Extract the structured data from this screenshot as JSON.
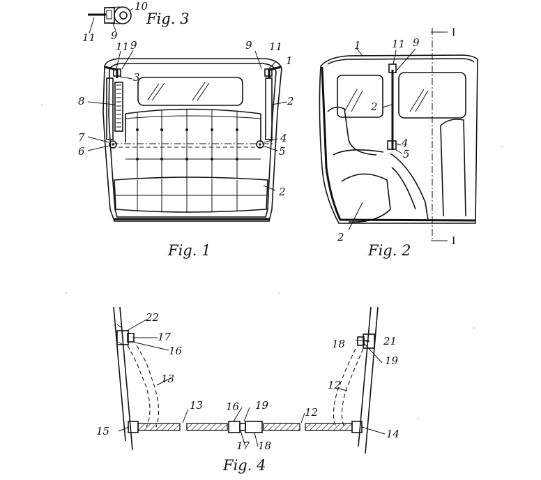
{
  "figures": {
    "fig1": {
      "caption": "Fig. 1",
      "labels": [
        "1",
        "2",
        "2",
        "3",
        "4",
        "5",
        "6",
        "7",
        "8",
        "9",
        "9",
        "11",
        "11"
      ]
    },
    "fig2": {
      "caption": "Fig. 2",
      "labels": [
        "1",
        "2",
        "2",
        "4",
        "5",
        "9",
        "11"
      ],
      "section_marks": [
        "I",
        "I"
      ]
    },
    "fig3": {
      "caption": "Fig. 3",
      "labels": [
        "9",
        "10",
        "11"
      ]
    },
    "fig4": {
      "caption": "Fig. 4",
      "labels": [
        "12",
        "12",
        "13",
        "13",
        "14",
        "15",
        "16",
        "16",
        "17",
        "17",
        "18",
        "18",
        "19",
        "19",
        "21",
        "22"
      ]
    }
  }
}
